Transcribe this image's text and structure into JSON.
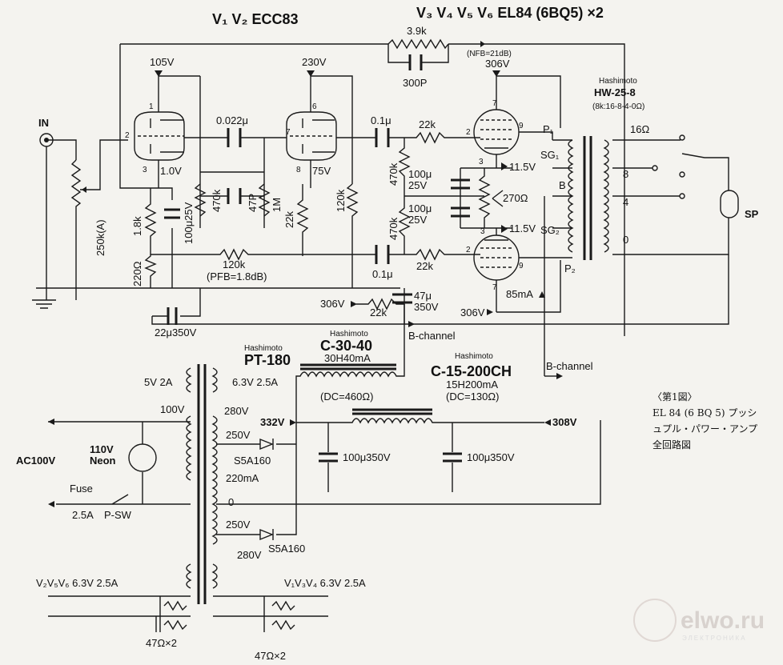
{
  "header": {
    "preamp_tubes": "V₁ V₂ ECC83",
    "output_tubes": "V₃ V₄ V₅ V₆ EL84 (6BQ5) ×2"
  },
  "input": {
    "label": "IN",
    "volume": "250k(A)"
  },
  "preamp": {
    "b_plus_1": "105V",
    "b_plus_2": "230V",
    "cathode_v1": "1.0V",
    "cathode_v2": "75V",
    "coupling_cap_1": "0.022μ",
    "coupling_cap_2": "0.1μ",
    "coupling_cap_3": "0.1μ",
    "r_1k8": "1.8k",
    "r_220": "220Ω",
    "c_100u25": "100μ25V",
    "r_470k_a": "470k",
    "c_47p": "47P",
    "r_1m": "1M",
    "r_22k_a": "22k",
    "r_120k_a": "120k",
    "r_120k_pfb": "120k",
    "pfb_note": "(PFB=1.8dB)"
  },
  "feedback": {
    "resistor": "3.9k",
    "capacitor": "300P",
    "note": "(NFB=21dB)"
  },
  "output_stage": {
    "supply_top": "306V",
    "supply_bottom": "306V",
    "grid_r_top": "22k",
    "grid_r_bottom": "22k",
    "leak_r_top": "470k",
    "leak_r_bottom": "470k",
    "cathode_cap_top": "100μ\n25V",
    "cathode_cap_bottom": "100μ\n25V",
    "cathode_v_top": "11.5V",
    "cathode_v_bottom": "11.5V",
    "hum_pot": "270Ω",
    "current": "85mA",
    "dropping_supply": "306V",
    "dropping_r": "22k",
    "dropping_c": "47μ\n350V",
    "b_channel_1": "B-channel",
    "pin_labels": [
      "P₁",
      "SG₁",
      "B",
      "SG₂",
      "P₂"
    ]
  },
  "output_transformer": {
    "maker": "Hashimoto",
    "model": "HW-25-8",
    "spec": "(8k:16-8-4-0Ω)",
    "taps": [
      "16Ω",
      "8",
      "4",
      "0"
    ],
    "speaker": "SP"
  },
  "power": {
    "pt_maker": "Hashimoto",
    "pt_model": "PT-180",
    "heater_5v": "5V 2A",
    "heater_63_top": "6.3V 2.5A",
    "primary_100v": "100V",
    "neon": "110V\nNeon",
    "mains": "AC100V",
    "fuse": "Fuse",
    "fuse_rating": "2.5A",
    "switch": "P-SW",
    "sec_280_top": "280V",
    "sec_250_top": "250V",
    "sec_220ma": "220mA",
    "sec_0": "0",
    "sec_250_bottom": "250V",
    "sec_280_bottom": "280V",
    "diode_top": "S5A160",
    "diode_bottom": "S5A160",
    "choke1_maker": "Hashimoto",
    "choke1_model": "C-30-40",
    "choke1_spec": "30H40mA",
    "choke1_dc": "(DC=460Ω)",
    "choke2_maker": "Hashimoto",
    "choke2_model": "C-15-200CH",
    "choke2_spec": "15H200mA",
    "choke2_dc": "(DC=130Ω)",
    "v_332": "332V",
    "v_308": "308V",
    "b_channel_2": "B-channel",
    "filter_c1": "100μ350V",
    "filter_c2": "100μ350V",
    "c_22u": "22μ350V",
    "heater_left": "V₂V₅V₆ 6.3V 2.5A",
    "heater_right": "V₁V₃V₄ 6.3V 2.5A",
    "hum_r_left": "47Ω×2",
    "hum_r_right": "47Ω×2"
  },
  "caption": {
    "fig": "〈第1図〉",
    "line1": "EL 84 (6 BQ 5) プッシ",
    "line2": "ュプル・パワー・アンプ",
    "line3": "全回路図"
  },
  "watermark": {
    "brand": "elwo.ru",
    "sub": "ЭЛЕКТРОНИКА"
  }
}
